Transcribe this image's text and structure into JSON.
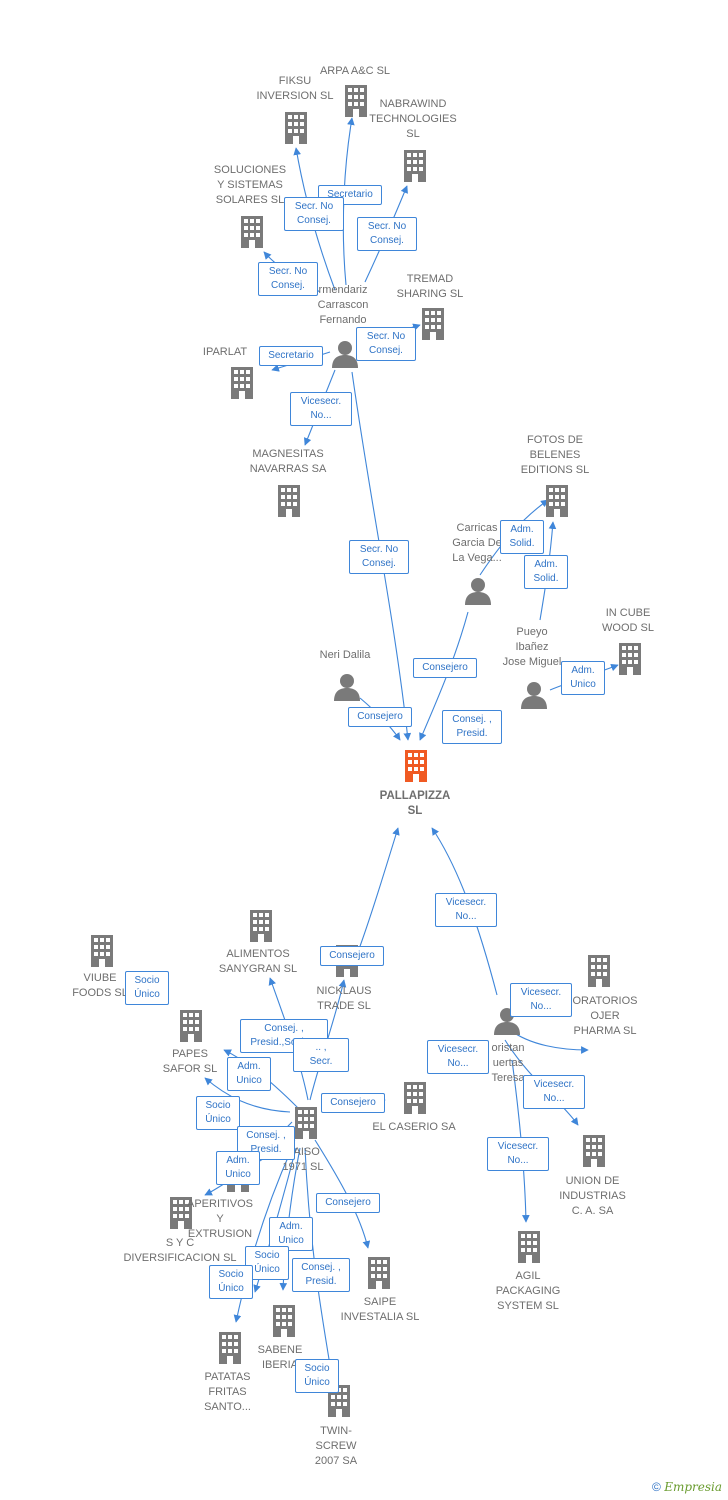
{
  "colors": {
    "edge": "#3f86d9",
    "box_border": "#3f86d9",
    "box_text": "#2f73c6",
    "node_gray": "#6e6e6e",
    "main_node": "#f05a23"
  },
  "nodes": {
    "main": {
      "label": "PALLAPIZZA\nSL",
      "icon": "building-icon"
    },
    "arpa": {
      "label": "ARPA A&C  SL",
      "icon": "building-icon"
    },
    "fiksu": {
      "label": "FIKSU\nINVERSION  SL",
      "icon": "building-icon"
    },
    "nabrawind": {
      "label": "NABRAWIND\nTECHNOLOGIES\nSL",
      "icon": "building-icon"
    },
    "soluciones": {
      "label": "SOLUCIONES\nY SISTEMAS\nSOLARES SL",
      "icon": "building-icon"
    },
    "tremad": {
      "label": "TREMAD\nSHARING  SL",
      "icon": "building-icon"
    },
    "iparlat": {
      "label": "IPARLAT",
      "icon": "building-icon"
    },
    "magnesitas": {
      "label": "MAGNESITAS\nNAVARRAS SA",
      "icon": "building-icon"
    },
    "fotos": {
      "label": "FOTOS DE\nBELENES\nEDITIONS  SL",
      "icon": "building-icon"
    },
    "incube": {
      "label": "IN CUBE\nWOOD  SL",
      "icon": "building-icon"
    },
    "armendariz": {
      "label": "rmendariz\nCarrascon\nFernando",
      "icon": "person-icon"
    },
    "carricas": {
      "label": "Carricas\nGarcia De\nLa Vega...",
      "icon": "person-icon"
    },
    "pueyo": {
      "label": "Pueyo\nIbañez\nJose Miguel",
      "icon": "person-icon"
    },
    "neri": {
      "label": "Neri Dalila",
      "icon": "person-icon"
    },
    "viube": {
      "label": "VIUBE\nFOODS  SL",
      "icon": "building-icon"
    },
    "alimentos": {
      "label": "ALIMENTOS\nSANYGRAN  SL",
      "icon": "building-icon"
    },
    "nicklaus": {
      "label": "NICKLAUS\nTRADE SL",
      "icon": "building-icon"
    },
    "papes": {
      "label": "PAPES\nSAFOR SL",
      "icon": "building-icon"
    },
    "elcaserio": {
      "label": "EL CASERIO SA",
      "icon": "building-icon"
    },
    "saiso": {
      "label": "SAISO\n1971 SL",
      "icon": "building-icon"
    },
    "aperitivos": {
      "label": "APERITIVOS\nY\nEXTRUSION",
      "icon": "building-icon"
    },
    "syc": {
      "label": "S Y C\nDIVERSIFICACION SL",
      "icon": "building-icon"
    },
    "saipe": {
      "label": "SAIPE\nINVESTALIA  SL",
      "icon": "building-icon"
    },
    "sabene": {
      "label": "SABENE\nIBERIA",
      "icon": "building-icon"
    },
    "patatas": {
      "label": "PATATAS\nFRITAS\nSANTO...",
      "icon": "building-icon"
    },
    "twinscrew": {
      "label": "TWIN-\nSCREW\n2007 SA",
      "icon": "building-icon"
    },
    "laboratorios": {
      "label": "ORATORIOS\nOJER\nPHARMA SL",
      "icon": "building-icon"
    },
    "moristan": {
      "label": "oristan\nuertas\nTeresa",
      "icon": "person-icon"
    },
    "union": {
      "label": "UNION DE\nINDUSTRIAS\nC.  A. SA",
      "icon": "building-icon"
    },
    "agil": {
      "label": "AGIL\nPACKAGING\nSYSTEM  SL",
      "icon": "building-icon"
    }
  },
  "roles": {
    "r1": "Secretario",
    "r2": "Secr.  No\nConsej.",
    "r3": "Secr.  No\nConsej.",
    "r4": "Secr.  No\nConsej.",
    "r5": "Secr.  No\nConsej.",
    "r6": "Secretario",
    "r7": "Vicesecr.\nNo...",
    "r8": "Secr.  No\nConsej.",
    "r9": "Adm.\nSolid.",
    "r10": "Adm.\nSolid.",
    "r11": "Adm.\nUnico",
    "r12": "Consejero",
    "r13": "Consejero",
    "r14": "Consej. ,\nPresid.",
    "r15": "Vicesecr.\nNo...",
    "r16": "Socio\nÚnico",
    "r17": "Consejero",
    "r18": "Consej. ,\nPresid.,Socio...",
    "r19": "..  ,\nSecr.",
    "r20": "Adm.\nUnico",
    "r21": "Consejero",
    "r22": "Socio\nÚnico",
    "r23": "Consej. ,\nPresid.",
    "r24": "Adm.\nUnico",
    "r25": "Consejero",
    "r26": "Adm.\nUnico",
    "r27": "Socio\nÚnico",
    "r28": "Consej. ,\nPresid.",
    "r29": "Socio\nÚnico",
    "r30": "Socio\nÚnico",
    "r31": "Vicesecr.\nNo...",
    "r32": "Vicesecr.\nNo...",
    "r33": "Vicesecr.\nNo...",
    "r34": "Vicesecr.\nNo..."
  },
  "footer": {
    "copyright": "©",
    "brand": "Empresia"
  }
}
